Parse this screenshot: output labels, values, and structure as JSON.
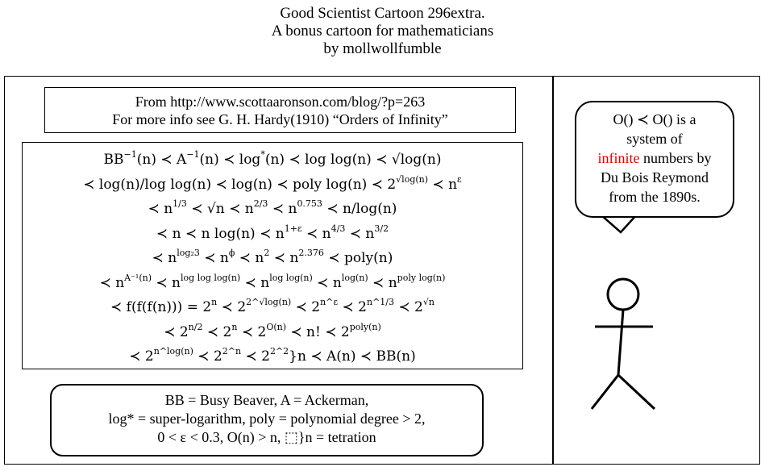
{
  "title": {
    "line1": "Good Scientist Cartoon 296extra.",
    "line2": "A bonus cartoon for mathematicians",
    "line3": "by mollwollfumble"
  },
  "source": {
    "line1": "From http://www.scottaaronson.com/blog/?p=263",
    "line2": "For more info see G. H. Hardy(1910) “Orders of Infinity”"
  },
  "math": {
    "lines": [
      [
        {
          "t": "BB"
        },
        {
          "t": "−1",
          "sup": true
        },
        {
          "t": "(n) ≺ A"
        },
        {
          "t": "−1",
          "sup": true
        },
        {
          "t": "(n) ≺ log"
        },
        {
          "t": "*",
          "sup": true
        },
        {
          "t": "(n) ≺ log log(n) ≺ √log(n)"
        }
      ],
      [
        {
          "t": "≺ log(n)/log log(n) ≺ log(n) ≺ poly log(n) ≺ 2"
        },
        {
          "t": "√log(n)",
          "sup": true
        },
        {
          "t": " ≺ n"
        },
        {
          "t": "ε",
          "sup": true
        }
      ],
      [
        {
          "t": "≺ n"
        },
        {
          "t": "1/3",
          "sup": true
        },
        {
          "t": " ≺ √n ≺ n"
        },
        {
          "t": "2/3",
          "sup": true
        },
        {
          "t": " ≺ n"
        },
        {
          "t": "0.753",
          "sup": true
        },
        {
          "t": " ≺ n/log(n)"
        }
      ],
      [
        {
          "t": "≺ n ≺ n log(n) ≺ n"
        },
        {
          "t": "1+ε",
          "sup": true
        },
        {
          "t": " ≺ n"
        },
        {
          "t": "4/3",
          "sup": true
        },
        {
          "t": " ≺ n"
        },
        {
          "t": "3/2",
          "sup": true
        }
      ],
      [
        {
          "t": "≺ n"
        },
        {
          "t": "log₂3",
          "sup": true
        },
        {
          "t": " ≺ n"
        },
        {
          "t": "ϕ",
          "sup": true
        },
        {
          "t": " ≺ n"
        },
        {
          "t": "2",
          "sup": true
        },
        {
          "t": " ≺ n"
        },
        {
          "t": "2.376",
          "sup": true
        },
        {
          "t": " ≺ poly(n)"
        }
      ],
      [
        {
          "t": "≺ n"
        },
        {
          "t": "A⁻¹(n)",
          "sup": true
        },
        {
          "t": " ≺ n"
        },
        {
          "t": "log log log(n)",
          "sup": true
        },
        {
          "t": " ≺ n"
        },
        {
          "t": "log log(n)",
          "sup": true
        },
        {
          "t": " ≺ n"
        },
        {
          "t": "log(n)",
          "sup": true
        },
        {
          "t": " ≺ n"
        },
        {
          "t": "poly log(n)",
          "sup": true
        }
      ],
      [
        {
          "t": "≺ f(f(f(n))) = 2"
        },
        {
          "t": "n",
          "sup": true
        },
        {
          "t": " ≺ 2"
        },
        {
          "t": "2^√log(n)",
          "sup": true
        },
        {
          "t": " ≺ 2"
        },
        {
          "t": "n^ε",
          "sup": true
        },
        {
          "t": " ≺ 2"
        },
        {
          "t": "n^1/3",
          "sup": true
        },
        {
          "t": " ≺ 2"
        },
        {
          "t": "√n",
          "sup": true
        }
      ],
      [
        {
          "t": "≺ 2"
        },
        {
          "t": "n/2",
          "sup": true
        },
        {
          "t": " ≺ 2"
        },
        {
          "t": "n",
          "sup": true
        },
        {
          "t": " ≺ 2"
        },
        {
          "t": "O(n)",
          "sup": true
        },
        {
          "t": " ≺ n! ≺ 2"
        },
        {
          "t": "poly(n)",
          "sup": true
        }
      ],
      [
        {
          "t": "≺ 2"
        },
        {
          "t": "n^log(n)",
          "sup": true
        },
        {
          "t": " ≺ 2"
        },
        {
          "t": "2^n",
          "sup": true
        },
        {
          "t": " ≺ 2"
        },
        {
          "t": "2^2",
          "sup": true
        },
        {
          "t": "}n ≺ A(n) ≺ BB(n)"
        }
      ]
    ]
  },
  "legend": {
    "line1": "BB = Busy Beaver,  A = Ackerman,",
    "line2": "log* = super-logarithm, poly = polynomial degree > 2,",
    "line3": "0 < ε < 0.3, O(n) > n, ⬚}n = tetration"
  },
  "bubble": {
    "part1": "O() ≺ O() is a",
    "part2": "system of",
    "highlight": "infinite",
    "part3": " numbers by",
    "part4": "Du Bois Reymond",
    "part5": "from the 1890s.",
    "highlight_color": "#e00000"
  }
}
